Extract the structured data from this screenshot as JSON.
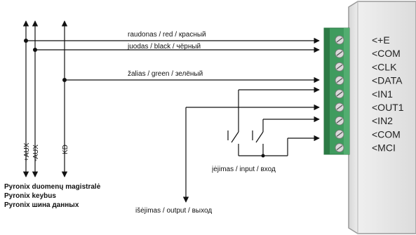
{
  "wires": {
    "red": "raudonas / red / красный",
    "black": "juodas / black / чёрный",
    "green": "žalias / green / зелёный"
  },
  "bus_lines": {
    "plus_aux": "+AUX",
    "minus_aux": "-AUX",
    "kd": "KD"
  },
  "bus_caption": [
    "Pyronix duomenų magistralė",
    "Pyronix keybus",
    "Pyronix шина данных"
  ],
  "input_label": "įėjimas / input / вход",
  "output_label": "išėjimas / output / выход",
  "terminals": [
    {
      "arrow": "<",
      "name": "+E"
    },
    {
      "arrow": "<",
      "name": "COM"
    },
    {
      "arrow": "<",
      "name": "CLK"
    },
    {
      "arrow": "<",
      "name": "DATA"
    },
    {
      "arrow": "<",
      "name": "IN1"
    },
    {
      "arrow": "<",
      "name": "OUT1"
    },
    {
      "arrow": "<",
      "name": "IN2"
    },
    {
      "arrow": "<",
      "name": "COM"
    },
    {
      "arrow": "<",
      "name": "MCI"
    }
  ],
  "colors": {
    "line": "#111111",
    "block_green": "#3f9b5e",
    "block_green_dark": "#2c7a45",
    "screw": "#d9d9d9",
    "module_face": "#e6e6e6",
    "module_edge": "#9a9a9a"
  }
}
